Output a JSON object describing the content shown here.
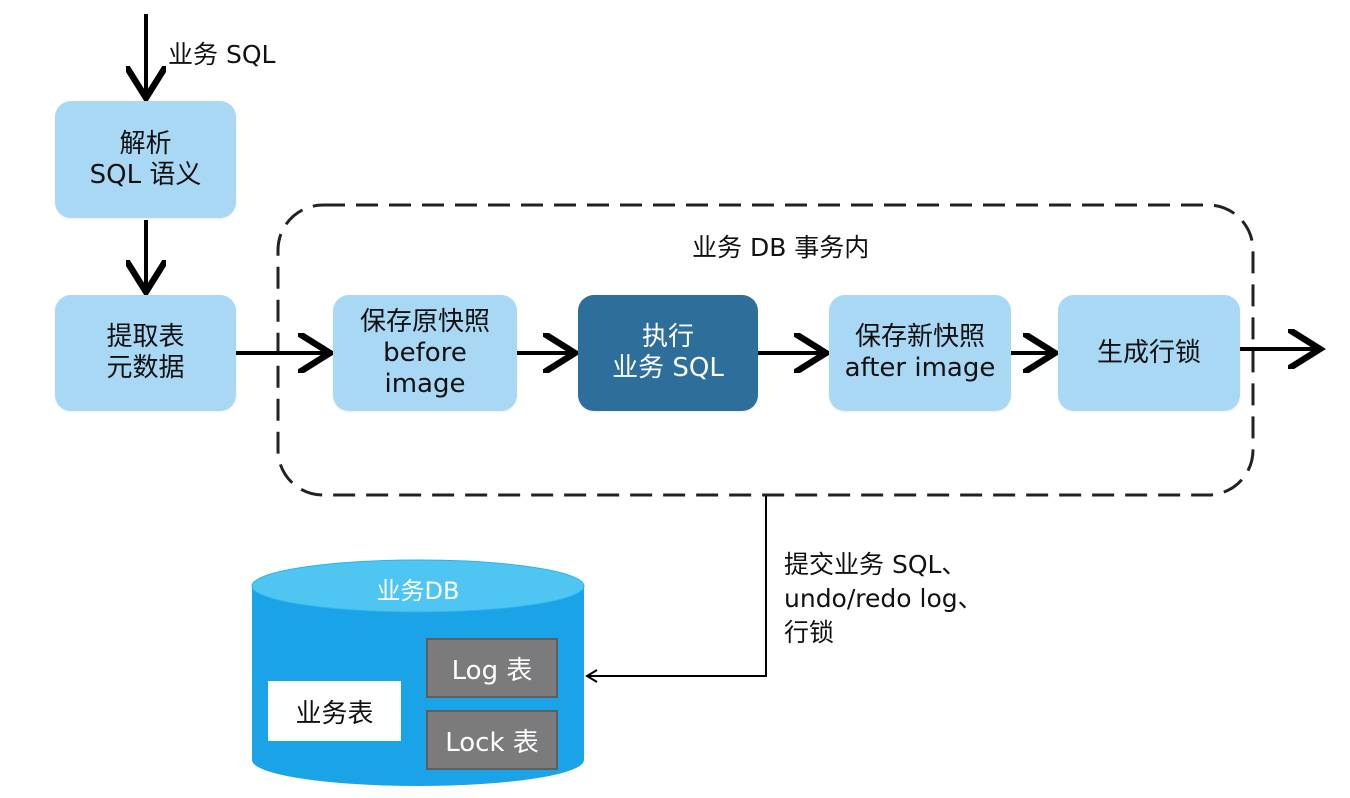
{
  "input_label": "业务 SQL",
  "steps": {
    "parse": [
      "解析",
      "SQL 语义"
    ],
    "extract": [
      "提取表",
      "元数据"
    ],
    "before": [
      "保存原快照",
      "before",
      "image"
    ],
    "execute": [
      "执行",
      "业务 SQL"
    ],
    "after": [
      "保存新快照",
      "after image"
    ],
    "lock": [
      "生成行锁"
    ]
  },
  "transaction_label": "业务 DB 事务内",
  "commit_label": [
    "提交业务 SQL、",
    "undo/redo log、",
    "行锁"
  ],
  "database": {
    "title": "业务DB",
    "business_table": "业务表",
    "log_table": "Log 表",
    "lock_table": "Lock 表"
  },
  "colors": {
    "step_fill": "#a9d8f5",
    "execute_fill": "#2e6e9a",
    "db_fill": "#1aa3e6",
    "db_top": "#4fc6f2",
    "table_grey": "#7b7b7b"
  }
}
